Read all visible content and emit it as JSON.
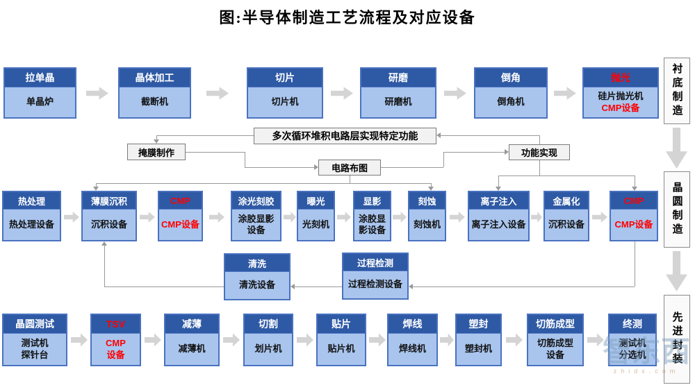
{
  "title": "图:半导体制造工艺流程及对应设备",
  "colors": {
    "box_header": "#2e59a4",
    "box_body": "#a9c5ee",
    "box_border": "#4a72c0",
    "highlight_red": "#ff0000",
    "arrow_gray": "#d4d4d4",
    "line_gray": "#999999"
  },
  "flow1": {
    "boxes": [
      {
        "t": "拉单晶",
        "e1": "单晶炉"
      },
      {
        "t": "晶体加工",
        "e1": "截断机"
      },
      {
        "t": "切片",
        "e1": "切片机"
      },
      {
        "t": "研磨",
        "e1": "研磨机"
      },
      {
        "t": "倒角",
        "e1": "倒角机"
      },
      {
        "t": "抛光",
        "e1": "硅片抛光机",
        "e2": "CMP设备"
      }
    ]
  },
  "mid": {
    "loop_note": "多次循环堆积电路层实现特定功能",
    "mask_making": "掩膜制作",
    "function_realize": "功能实现",
    "circuit_layout": "电路布图"
  },
  "flow2": {
    "boxes": [
      {
        "t": "热处理",
        "e1": "热处理设备"
      },
      {
        "t": "薄膜沉积",
        "e1": "沉积设备"
      },
      {
        "t": "CMP",
        "e1": "CMP设备"
      },
      {
        "t": "涂光刻胶",
        "e1": "涂胶显影",
        "e2": "设备"
      },
      {
        "t": "曝光",
        "e1": "光刻机"
      },
      {
        "t": "显影",
        "e1": "涂胶显",
        "e2": "影设备"
      },
      {
        "t": "刻蚀",
        "e1": "刻蚀机"
      },
      {
        "t": "离子注入",
        "e1": "离子注入设备"
      },
      {
        "t": "金属化",
        "e1": "沉积设备"
      },
      {
        "t": "CMP",
        "e1": "CMP设备"
      }
    ]
  },
  "aux": {
    "boxes": [
      {
        "t": "清洗",
        "e1": "清洗设备"
      },
      {
        "t": "过程检测",
        "e1": "过程检测设备"
      }
    ]
  },
  "flow3": {
    "boxes": [
      {
        "t": "晶圆测试",
        "e1": "测试机",
        "e2": "探针台"
      },
      {
        "t": "TSV",
        "e1": "CMP",
        "e2": "设备"
      },
      {
        "t": "减薄",
        "e1": "减薄机"
      },
      {
        "t": "切割",
        "e1": "划片机"
      },
      {
        "t": "贴片",
        "e1": "贴片机"
      },
      {
        "t": "焊线",
        "e1": "焊线机"
      },
      {
        "t": "塑封",
        "e1": "塑封机"
      },
      {
        "t": "切筋成型",
        "e1": "切筋成型",
        "e2": "设备"
      },
      {
        "t": "终测",
        "e1": "测试机",
        "e2": "分选机"
      }
    ]
  },
  "stages": {
    "substrate": "衬底制造",
    "wafer": "晶圆制造",
    "advanced_packaging": "先进封装"
  },
  "watermark": {
    "logo": "智东西",
    "site": "zhidx.com"
  }
}
